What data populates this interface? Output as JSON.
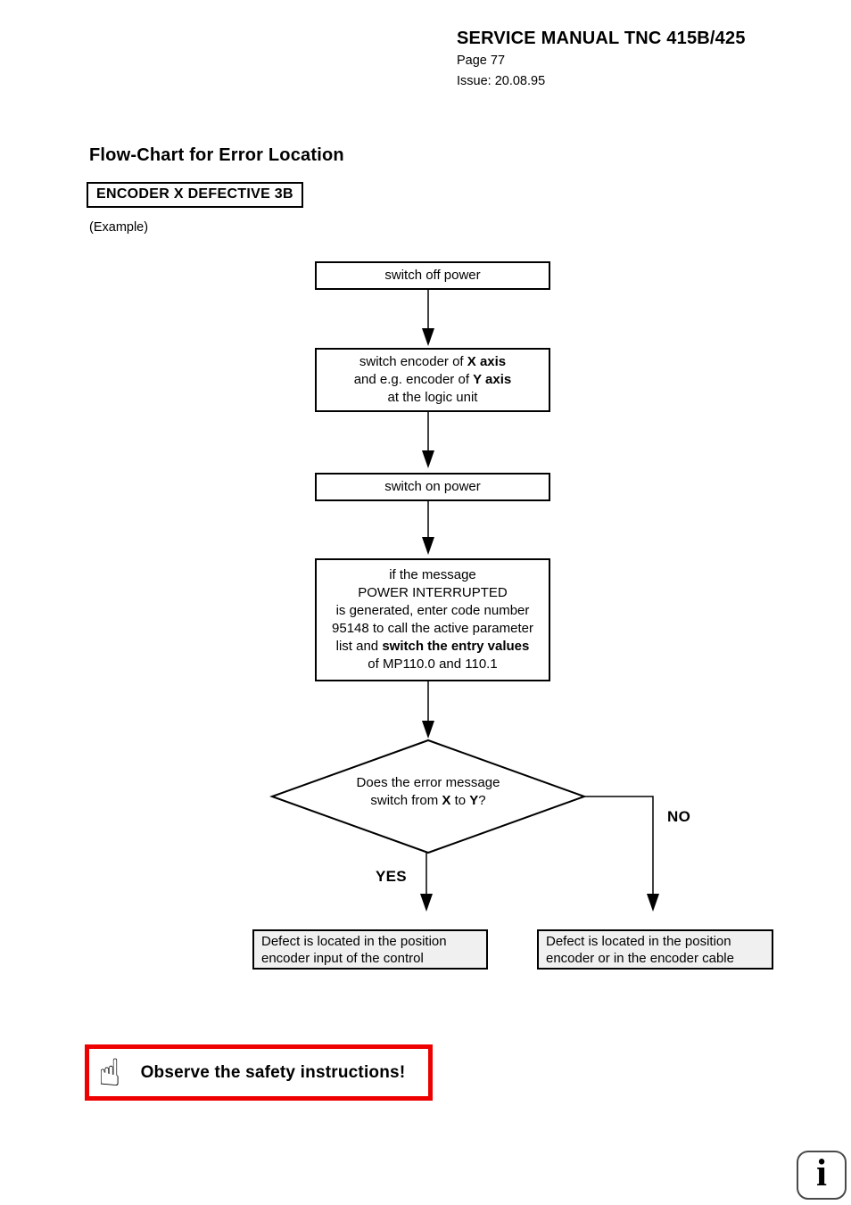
{
  "header": {
    "title": "SERVICE MANUAL TNC 415B/425",
    "page": "Page 77",
    "issue": "Issue: 20.08.95"
  },
  "section": {
    "title": "Flow-Chart for Error Location",
    "badge": "ENCODER X DEFECTIVE 3B",
    "example": "(Example)"
  },
  "flow": {
    "p1": "switch off power",
    "p2": {
      "l1a": "switch encoder of ",
      "l1b": "X axis",
      "l2a": "and e.g. encoder of ",
      "l2b": "Y axis",
      "l3": "at the logic unit"
    },
    "p3": "switch on power",
    "p4": {
      "l1": "if the message",
      "l2": "POWER INTERRUPTED",
      "l3": "is generated, enter code number",
      "l4": "95148 to call the active parameter",
      "l5a": "list and ",
      "l5b": "switch the entry values",
      "l6": "of MP110.0 and 110.1"
    },
    "decision": {
      "l1": "Does the error message",
      "l2a": "switch from ",
      "l2b": "X",
      "l2c": " to ",
      "l2d": "Y",
      "l2e": "?"
    },
    "labels": {
      "yes": "YES",
      "no": "NO"
    },
    "results": {
      "left": {
        "l1": "Defect is located in the position",
        "l2": "encoder input of the control"
      },
      "right": {
        "l1": "Defect is located in the position",
        "l2": "encoder or in the encoder cable"
      }
    }
  },
  "safety": {
    "icon": "☝",
    "text": "Observe the safety instructions!"
  },
  "footer": {
    "info_icon": "i"
  },
  "colors": {
    "accent_red": "#ee0000",
    "result_box_fill": "#f0f0f0",
    "line_color": "#000000"
  }
}
